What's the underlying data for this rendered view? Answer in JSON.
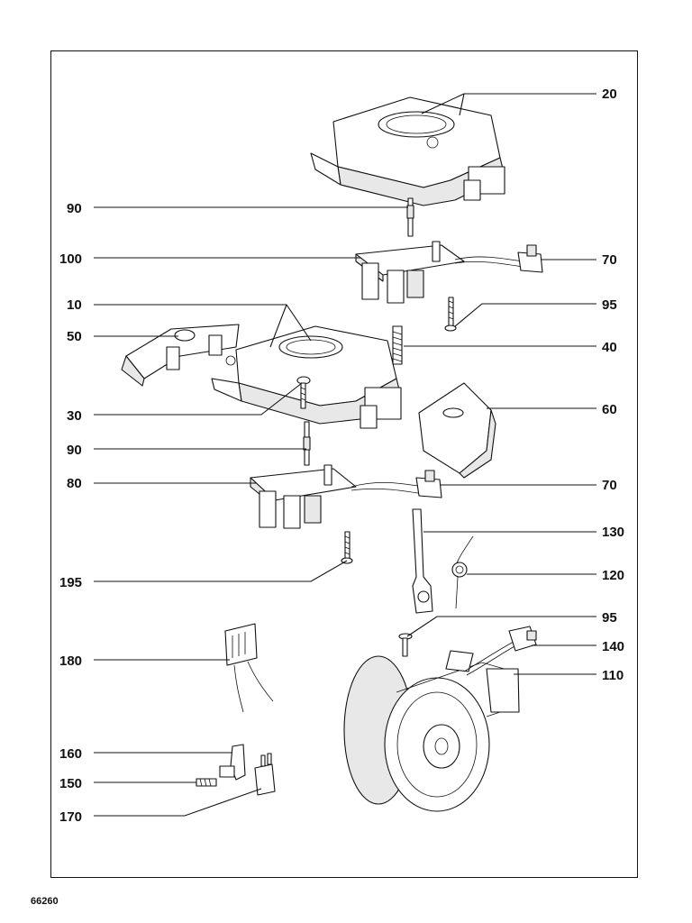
{
  "drawing_code": "66260",
  "labels": {
    "l20": "20",
    "l90a": "90",
    "l100": "100",
    "l70a": "70",
    "l95a": "95",
    "l10": "10",
    "l50": "50",
    "l40": "40",
    "l30": "30",
    "l60": "60",
    "l90b": "90",
    "l80": "80",
    "l70b": "70",
    "l130": "130",
    "l195": "195",
    "l120": "120",
    "l95b": "95",
    "l180": "180",
    "l140": "140",
    "l110": "110",
    "l160": "160",
    "l150": "150",
    "l170": "170"
  }
}
